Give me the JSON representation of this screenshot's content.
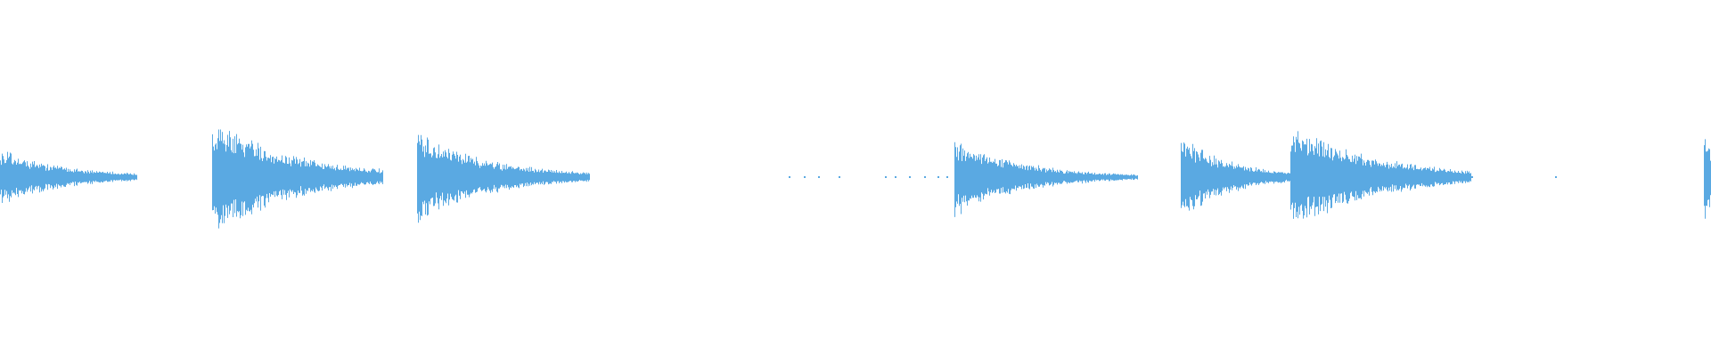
{
  "waveform": {
    "color": "#5aa9e2",
    "background": "#ffffff",
    "hits": [
      {
        "start": 0.0,
        "peak": 0.3,
        "decay": 0.04,
        "tail_end": 0.08
      },
      {
        "start": 0.124,
        "peak": 0.62,
        "decay": 0.05,
        "tail_end": 0.224
      },
      {
        "start": 0.244,
        "peak": 0.48,
        "decay": 0.045,
        "tail_end": 0.345
      },
      {
        "start": 0.558,
        "peak": 0.42,
        "decay": 0.04,
        "tail_end": 0.665
      },
      {
        "start": 0.69,
        "peak": 0.45,
        "decay": 0.03,
        "tail_end": 0.754
      },
      {
        "start": 0.754,
        "peak": 0.58,
        "decay": 0.05,
        "tail_end": 0.86
      },
      {
        "start": 0.996,
        "peak": 0.52,
        "decay": 0.006,
        "tail_end": 1.0
      }
    ],
    "specks": [
      0.461,
      0.47,
      0.478,
      0.49,
      0.517,
      0.523,
      0.531,
      0.54,
      0.548,
      0.553,
      0.86,
      0.909
    ]
  }
}
